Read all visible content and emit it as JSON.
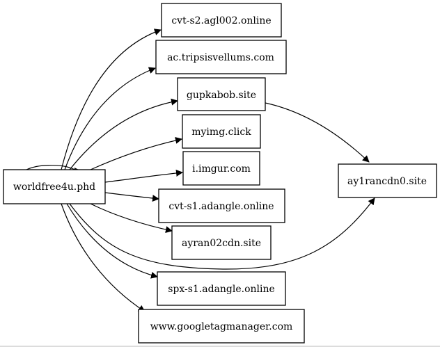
{
  "graph": {
    "nodes": {
      "source": "worldfree4u.phd",
      "n1": "cvt-s2.agl002.online",
      "n2": "ac.tripsisvellums.com",
      "n3": "gupkabob.site",
      "n4": "myimg.click",
      "n5": "i.imgur.com",
      "n6": "cvt-s1.adangle.online",
      "n7": "ayran02cdn.site",
      "n8": "spx-s1.adangle.online",
      "n9": "www.googletagmanager.com",
      "target": "ay1rancdn0.site"
    },
    "edges": [
      [
        "source",
        "source"
      ],
      [
        "source",
        "n1"
      ],
      [
        "source",
        "n2"
      ],
      [
        "source",
        "n3"
      ],
      [
        "source",
        "n4"
      ],
      [
        "source",
        "n5"
      ],
      [
        "source",
        "n6"
      ],
      [
        "source",
        "n7"
      ],
      [
        "source",
        "n8"
      ],
      [
        "source",
        "n9"
      ],
      [
        "source",
        "target"
      ],
      [
        "n3",
        "target"
      ]
    ]
  }
}
